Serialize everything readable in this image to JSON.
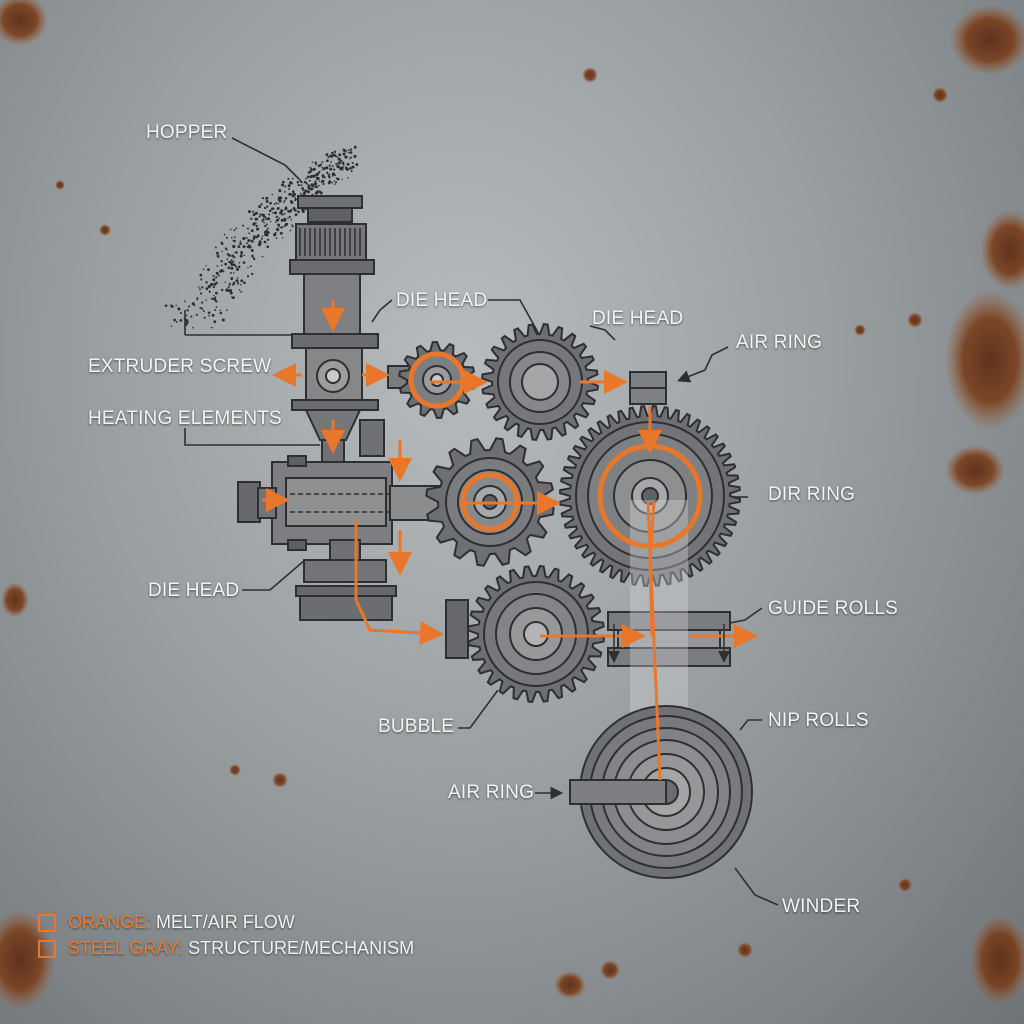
{
  "labels": {
    "hopper": "HOPPER",
    "die_head_top": "DIE HEAD",
    "die_head_gear": "DIE HEAD",
    "air_ring_top": "AIR RING",
    "extruder_screw": "EXTRUDER SCREW",
    "heating_elements": "HEATING ELEMENTS",
    "dir_ring": "DIR RING",
    "die_head_bottom": "DIE HEAD",
    "guide_rolls": "GUIDE ROLLS",
    "bubble": "BUBBLE",
    "nip_rolls": "NIP ROLLS",
    "air_ring_bottom": "AIR RING",
    "winder": "WINDER"
  },
  "legend": [
    {
      "key": "ORANGE:",
      "text": "MELT/AIR FLOW"
    },
    {
      "key": "STEEL GRAY:",
      "text": "STRUCTURE/MECHANISM"
    }
  ],
  "colors": {
    "flow": "#e8762b",
    "steel": "#7d7f82",
    "steel_dark": "#3a3b3d",
    "background": "#a5a9ac",
    "rust": "#7a3f1d"
  }
}
